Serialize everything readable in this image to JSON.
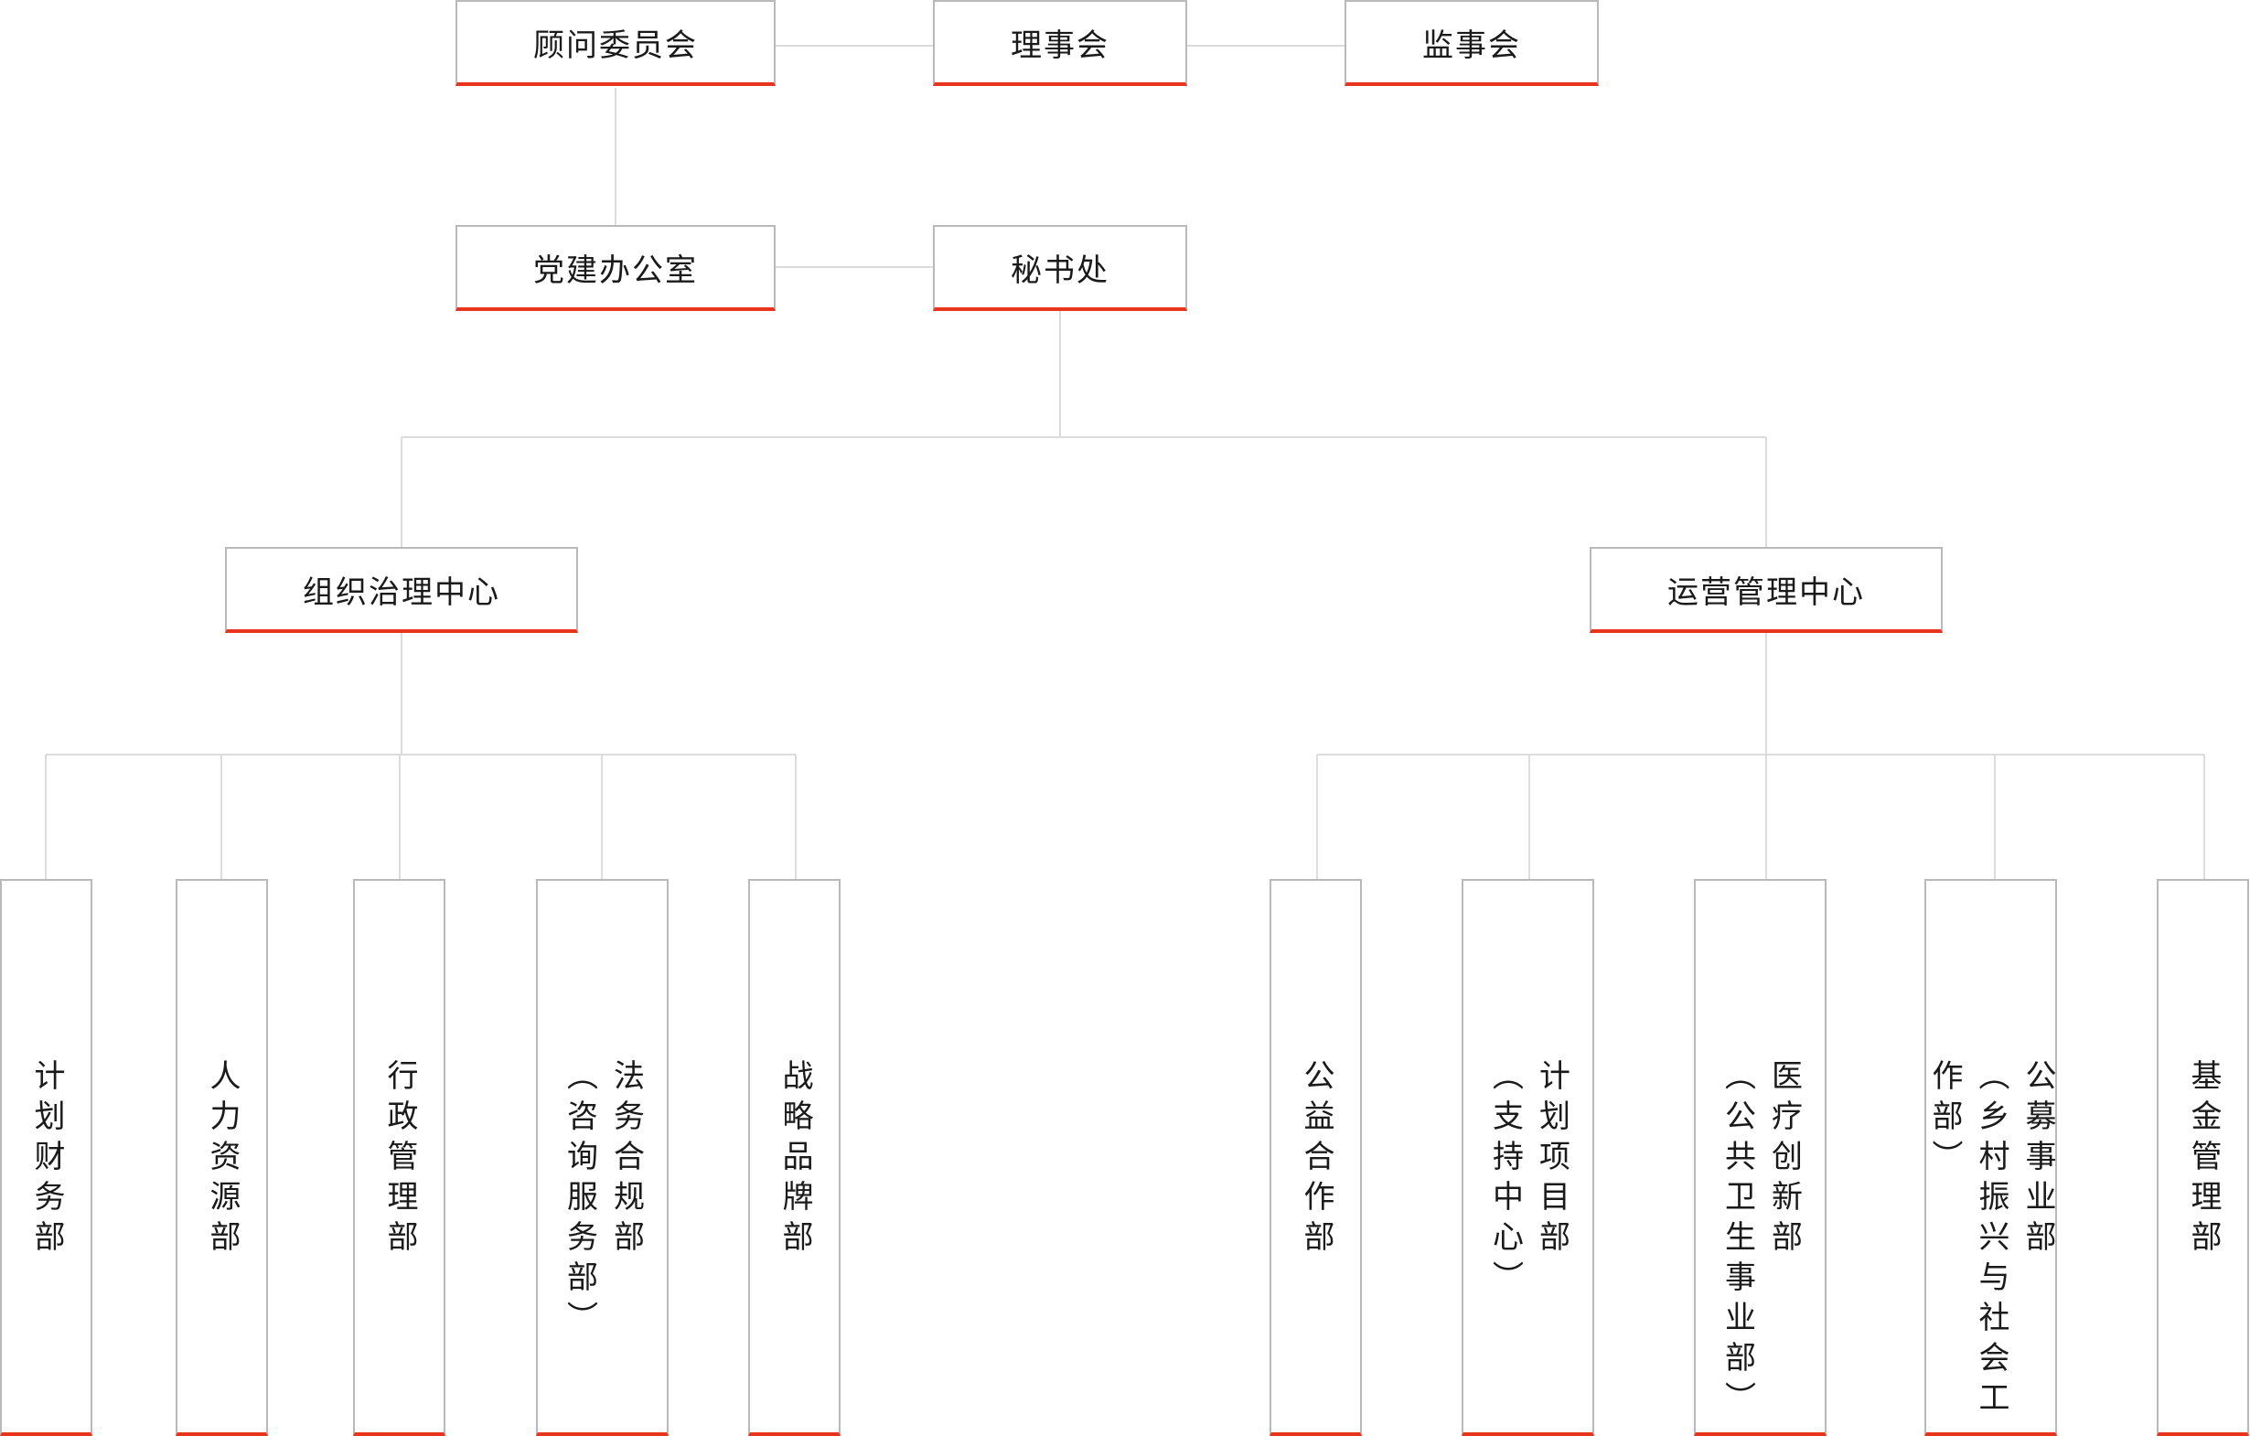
{
  "org_chart": {
    "top": {
      "advisory_committee": "顾问委员会",
      "board_of_directors": "理事会",
      "board_of_supervisors": "监事会"
    },
    "second": {
      "party_office": "党建办公室",
      "secretariat": "秘书处"
    },
    "centers": {
      "governance_center": "组织治理中心",
      "operations_center": "运营管理中心"
    },
    "governance_departments": [
      "计划财务部",
      "人力资源部",
      "行政管理部",
      "法务合规部\n（咨询服务部）",
      "战略品牌部"
    ],
    "operations_departments": [
      "公益合作部",
      "计划项目部\n（支持中心）",
      "医疗创新部\n（公共卫生事业部）",
      "公募事业部\n（乡村振兴与社会工作部）",
      "基金管理部"
    ]
  },
  "colors": {
    "accent_underline": "#e8341c",
    "box_border": "#b9b9b9",
    "connector": "#dcdcdc"
  }
}
